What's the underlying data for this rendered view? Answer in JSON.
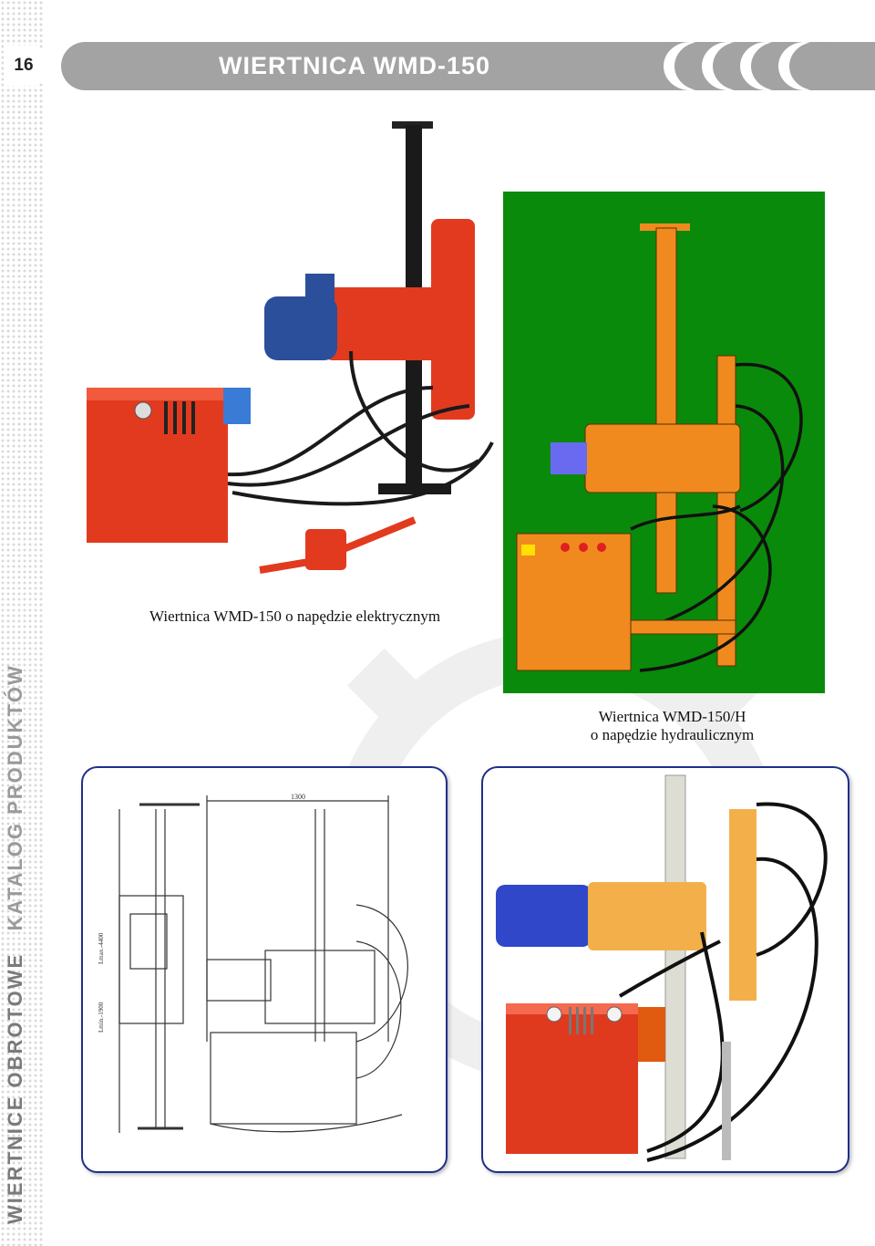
{
  "page": {
    "number": "16",
    "title": "WIERTNICA WMD-150"
  },
  "side_label": {
    "part1": "WIERTNICE OBROTOWE",
    "part2": "KATALOG PRODUKTÓW"
  },
  "captions": {
    "electric": "Wiertnica WMD-150 o napędzie elektrycznym",
    "hydraulic_line1": "Wiertnica WMD-150/H",
    "hydraulic_line2": "o napędzie hydraulicznym"
  },
  "drawing_labels": {
    "width": "1300",
    "lmax": "Lmax.-4400",
    "lmin": "Lmin.-1900"
  },
  "colors": {
    "header": "#a3a3a3",
    "frame": "#1f2f8a",
    "rig_red": "#e23a1e",
    "rig_orange": "#f08a1e",
    "green_bg": "#0a8a0a"
  }
}
